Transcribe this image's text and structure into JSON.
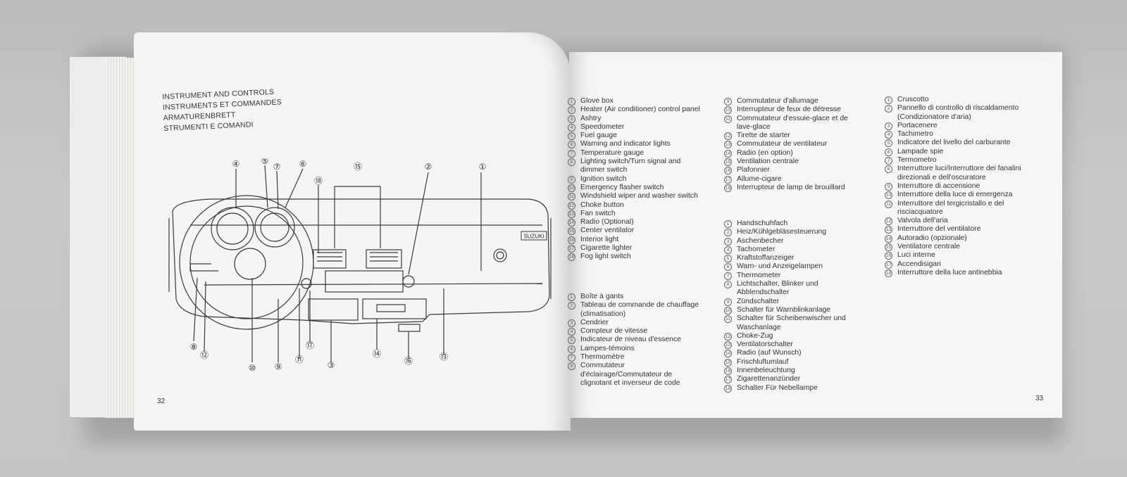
{
  "left_page": {
    "titles": [
      "INSTRUMENT AND CONTROLS",
      "INSTRUMENTS ET COMMANDES",
      "ARMATURENBRETT",
      "STRUMENTI E COMANDI"
    ],
    "page_number": "32",
    "brand_label": "SUZUKI",
    "callouts": [
      "①",
      "②",
      "③",
      "④",
      "⑤",
      "⑥",
      "⑦",
      "⑧",
      "⑨",
      "⑩",
      "⑪",
      "⑫",
      "⑬",
      "⑭",
      "⑮",
      "⑯",
      "⑰",
      "⑱"
    ]
  },
  "right_page": {
    "page_number": "33",
    "english": [
      "Glove box",
      "Heater (Air conditioner) control panel",
      "Ashtry",
      "Speedometer",
      "Fuel gauge",
      "Warning and indicator lights",
      "Temperature gauge",
      "Lighting switch/Turn signal and dimmer switch",
      "Ignition switch",
      "Emergency flasher switch",
      "Windshield wiper and washer switch",
      "Choke button",
      "Fan switch",
      "Radio (Optional)",
      "Center ventilator",
      "Interior light",
      "Cigarette lighter",
      "Fog light switch"
    ],
    "french_a": [
      "Boîte à gants",
      "Tableau de commande de chauffage (climatisation)",
      "Cendrier",
      "Compteur de vitesse",
      "Indicateur de niveau d'essence",
      "Lampes-témoins",
      "Thermomètre",
      "Commutateur d'éclairage/Commutateur de clignotant et inverseur de code"
    ],
    "french_b": [
      "Commutateur d'allumage",
      "Interrupteur de feux de détresse",
      "Commutateur d'essuie-glace et de lave-glace",
      "Tirette de starter",
      "Commutateur de ventilateur",
      "Radio (en option)",
      "Ventilation centrale",
      "Plafonnier",
      "Allume-cigare",
      "Interrupteur de lamp de brouillard"
    ],
    "german": [
      "Handschuhfach",
      "Heiz/Kühlgebläsesteuerung",
      "Aschenbecher",
      "Tachometer",
      "Kraftstoffanzeiger",
      "Warn- und Anzeigelampen",
      "Thermometer",
      "Lichtschalter, Blinker und Abblendschalter",
      "Zündschalter",
      "Schalter für Warnblinkanlage",
      "Schalter für Scheibenwischer und Waschanlage",
      "Choke-Zug",
      "Ventilatorschalter",
      "Radio (auf Wunsch)",
      "Frischluftumlauf",
      "Innenbeleuchtung",
      "Zigarettenanzünder",
      "Schalter Für Nebellampe"
    ],
    "italian": [
      "Cruscotto",
      "Pannello di controllo di riscaldamento (Condizionatore d'aria)",
      "Portacenere",
      "Tachimetro",
      "Indicatore del livello del carburante",
      "Lampade spie",
      "Termometro",
      "Interruttore luci/Interruttore dei fanalini direzionali e dell'oscuratore",
      "Interruttore di accensione",
      "Interruttore della luce di emergenza",
      "Interruttore del tergicristallo e del risciacquatore",
      "Valvola dell'aria",
      "Interruttore del ventilatore",
      "Autoradio (opzionale)",
      "Ventilatore centrale",
      "Luci interne",
      "Accendisigari",
      "Interruttore della luce antinebbia"
    ]
  }
}
